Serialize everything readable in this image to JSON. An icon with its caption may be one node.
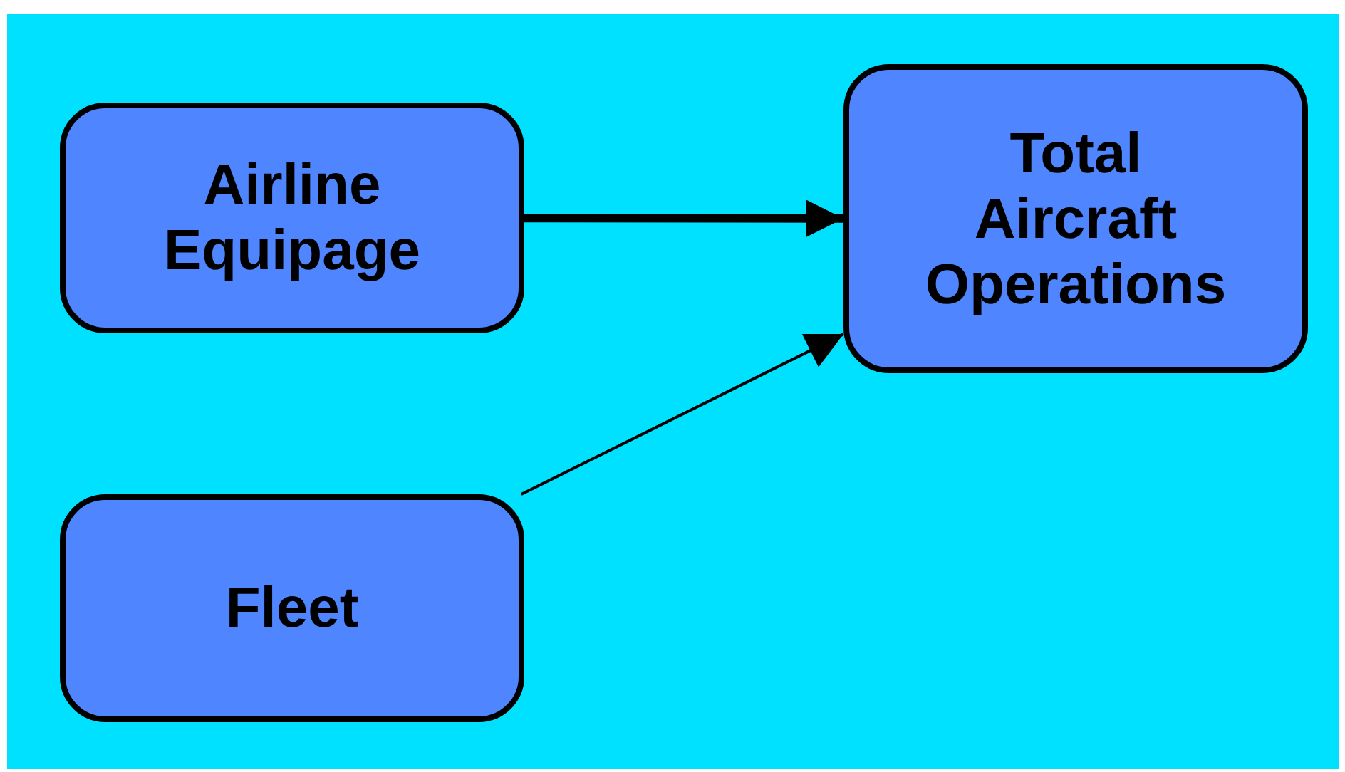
{
  "diagram": {
    "nodes": [
      {
        "text": [
          "Airline Equipage"
        ]
      },
      {
        "text": [
          "Total Aircraft Operations"
        ]
      },
      {
        "text": [
          "Fleet"
        ]
      }
    ],
    "edges": [
      {
        "from": 0,
        "to": 1,
        "arrow": "to",
        "style": "thick"
      },
      {
        "from": 2,
        "to": 1,
        "arrow": "to"
      }
    ]
  }
}
